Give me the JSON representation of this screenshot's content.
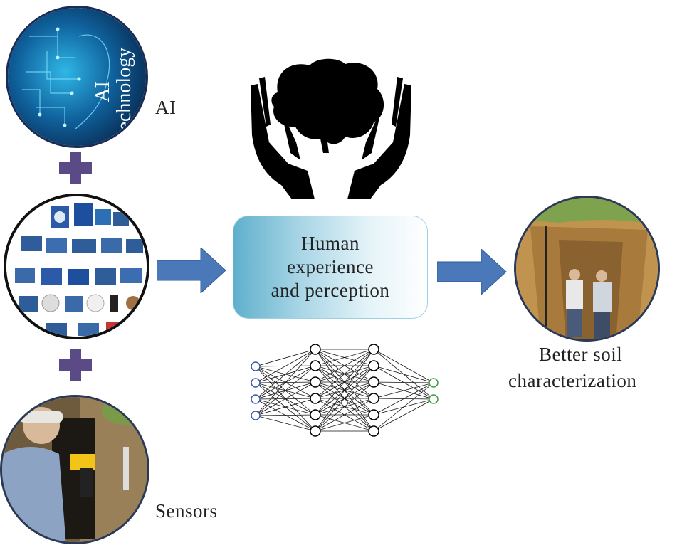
{
  "nodes": {
    "ai": {
      "label": "AI",
      "image_title_line1": "AI",
      "image_title_line2": "technology"
    },
    "sensors": {
      "label": "Sensors"
    },
    "human": {
      "line1": "Human",
      "line2": "experience",
      "line3": "and perception"
    },
    "result": {
      "line1": "Better soil",
      "line2": "characterization"
    }
  },
  "colors": {
    "arrow": "#4a78b8",
    "plus": "#5a4a86",
    "human_box_start": "#5fb0cc",
    "nn_input": "#3a5ab0",
    "nn_output": "#3aa040"
  },
  "icons": [
    "brain-in-hands-icon",
    "neural-network-icon",
    "sensor-modules-image",
    "field-sensor-image",
    "soil-pit-image",
    "ai-face-image"
  ]
}
